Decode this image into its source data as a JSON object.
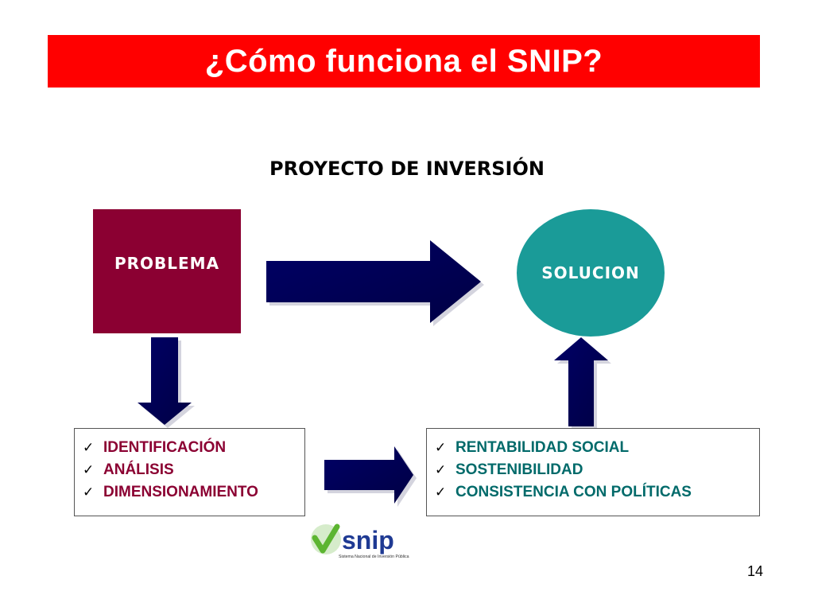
{
  "slide": {
    "title": "¿Cómo funciona el SNIP?",
    "subtitle": "PROYECTO DE INVERSIÓN",
    "page_number": "14"
  },
  "nodes": {
    "problem": "PROBLEMA",
    "solution": "SOLUCION"
  },
  "left_list": {
    "check_symbol": "✓",
    "items": [
      "IDENTIFICACIÓN",
      "ANÁLISIS",
      "DIMENSIONAMIENTO"
    ]
  },
  "right_list": {
    "check_symbol": "✓",
    "items": [
      "RENTABILIDAD SOCIAL",
      "SOSTENIBILIDAD",
      "CONSISTENCIA CON POLÍTICAS"
    ]
  },
  "logo": {
    "name": "snip",
    "tagline": "Sistema Nacional de Inversión Pública"
  },
  "colors": {
    "title_bar": "#ff0000",
    "problem_box": "#8b0032",
    "solution_circle": "#1a9b98",
    "arrow": "#000066",
    "logo_green": "#5cb531",
    "logo_blue": "#1f3a93"
  }
}
